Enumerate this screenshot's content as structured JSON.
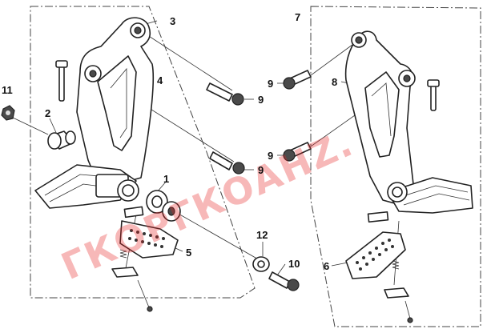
{
  "watermark": "ГКОРГКОАНZ.",
  "callouts": [
    "1",
    "2",
    "3",
    "4",
    "5",
    "6",
    "7",
    "8",
    "9",
    "9",
    "9",
    "9",
    "10",
    "11",
    "12"
  ]
}
